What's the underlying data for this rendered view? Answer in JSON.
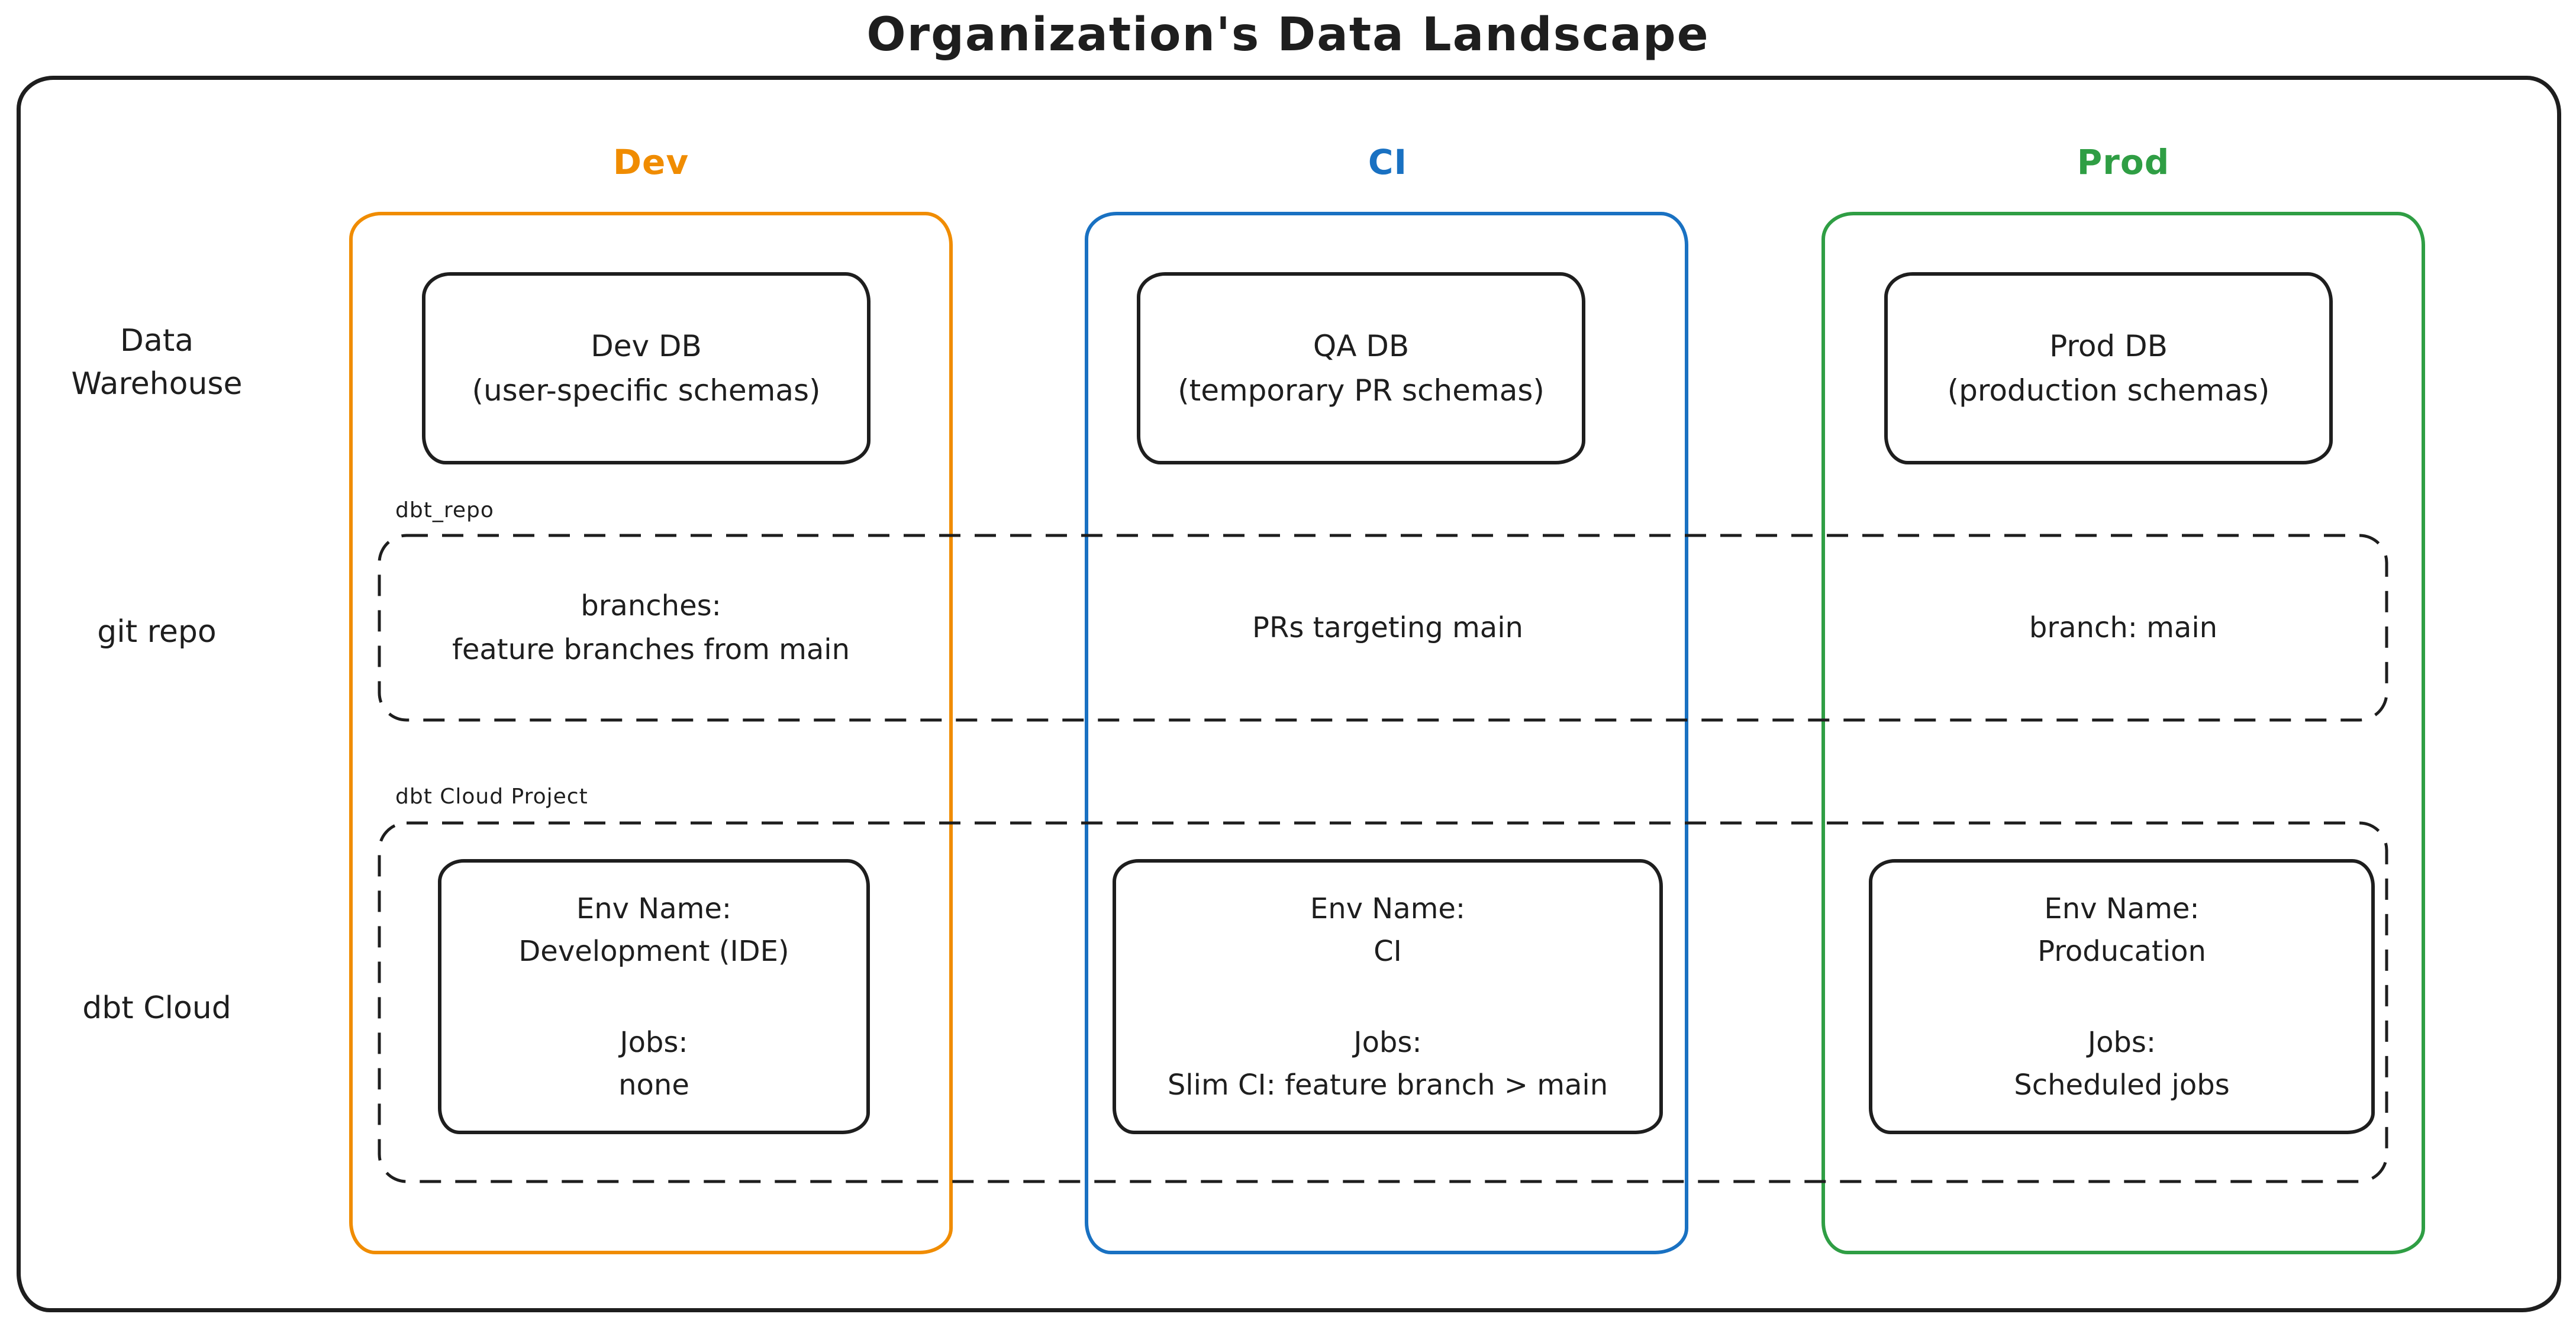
{
  "title": "Organization's Data Landscape",
  "colors": {
    "ink": "#1e1e1e",
    "dev": "#f08c00",
    "ci": "#1971c2",
    "prod": "#2f9e44"
  },
  "row_labels": {
    "warehouse": "Data Warehouse",
    "git": "git repo",
    "dbt": "dbt Cloud"
  },
  "group_labels": {
    "git_repo": "dbt_repo",
    "dbt_project": "dbt Cloud Project"
  },
  "columns": [
    {
      "id": "dev",
      "label": "Dev",
      "color": "#f08c00",
      "db": "Dev DB\n(user-specific schemas)",
      "git": "branches:\nfeature branches from main",
      "env_label": "Env Name:",
      "env_name": "Development (IDE)",
      "jobs_label": "Jobs:",
      "jobs": "none"
    },
    {
      "id": "ci",
      "label": "CI",
      "color": "#1971c2",
      "db": "QA DB\n(temporary PR schemas)",
      "git": "PRs targeting main",
      "env_label": "Env Name:",
      "env_name": "CI",
      "jobs_label": "Jobs:",
      "jobs": "Slim CI: feature branch > main"
    },
    {
      "id": "prod",
      "label": "Prod",
      "color": "#2f9e44",
      "db": "Prod DB\n(production schemas)",
      "git": "branch: main",
      "env_label": "Env Name:",
      "env_name": "Producation",
      "jobs_label": "Jobs:",
      "jobs": "Scheduled jobs"
    }
  ]
}
